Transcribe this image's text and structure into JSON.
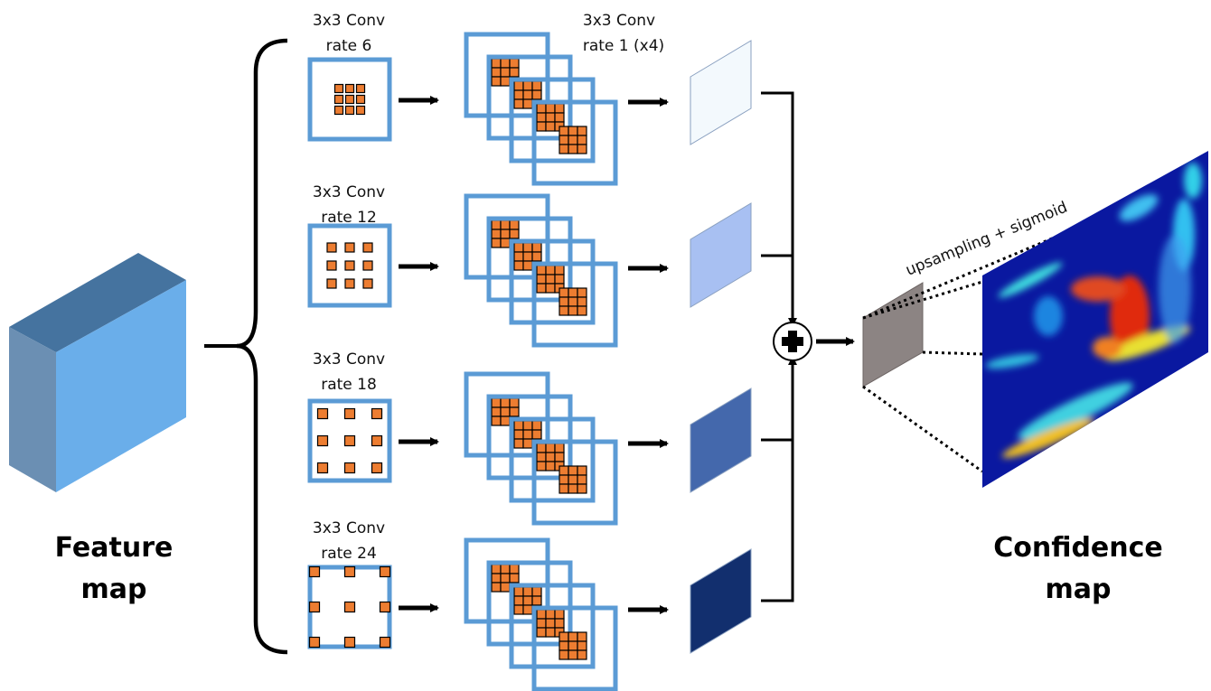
{
  "labels": {
    "feature_map": [
      "Feature",
      "map"
    ],
    "confidence_map": [
      "Confidence",
      "map"
    ],
    "rate1_conv": [
      "3x3 Conv",
      "rate 1 (x4)"
    ],
    "upsampling": "upsampling  + sigmoid"
  },
  "branches": [
    {
      "conv": "3x3 Conv",
      "rate": "rate 6",
      "dilation": 6,
      "output_color": "#f3f9fd"
    },
    {
      "conv": "3x3 Conv",
      "rate": "rate 12",
      "dilation": 12,
      "output_color": "#a8c0f2"
    },
    {
      "conv": "3x3 Conv",
      "rate": "rate 18",
      "dilation": 18,
      "output_color": "#4468ac"
    },
    {
      "conv": "3x3 Conv",
      "rate": "rate 24",
      "dilation": 24,
      "output_color": "#122f6e"
    }
  ],
  "colors": {
    "kernel_box": "#5b9bd5",
    "kernel_cell": "#ed7d31",
    "feature_front": "#6aaeea",
    "feature_top": "#45739f",
    "feature_side": "#6b8fb3",
    "sum_patch": "#8c8483"
  },
  "icons": {
    "sum": "plus-circle-icon"
  }
}
